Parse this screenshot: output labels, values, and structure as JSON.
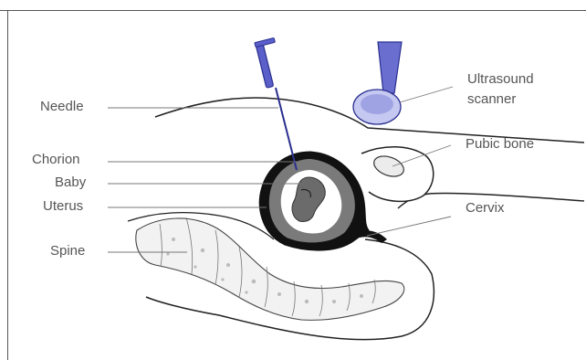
{
  "labels": {
    "needle": "Needle",
    "chorion": "Chorion",
    "baby": "Baby",
    "uterus": "Uterus",
    "spine": "Spine",
    "ultrasound_line1": "Ultrasound",
    "ultrasound_line2": "scanner",
    "pubic_bone": "Pubic bone",
    "cervix": "Cervix"
  },
  "colors": {
    "label_text": "#555555",
    "outline": "#222222",
    "needle": "#2a2f8f",
    "scanner": "#4b4fb8",
    "scanner_fill": "#c5c8f0",
    "chorion_fill": "#7a7a7a",
    "uterus_wall": "#111111",
    "bone_fill": "#ececec",
    "leader_line": "#777777"
  }
}
